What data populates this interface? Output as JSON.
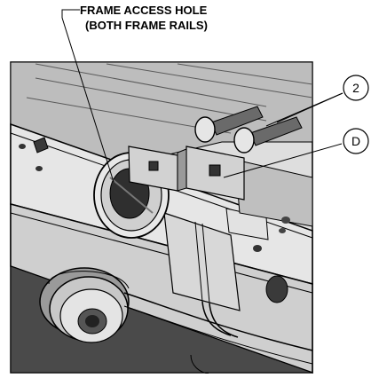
{
  "callout": {
    "line1": "FRAME ACCESS HOLE",
    "line2": "(BOTH FRAME RAILS)"
  },
  "markers": [
    {
      "id": "marker-2",
      "label": "2"
    },
    {
      "id": "marker-d",
      "label": "D"
    }
  ],
  "colors": {
    "line": "#000000",
    "part_light": "#e9e9e9",
    "part_mid": "#c9c9c9",
    "part_dark": "#8a8a8a",
    "shadow": "#3a3a3a"
  }
}
